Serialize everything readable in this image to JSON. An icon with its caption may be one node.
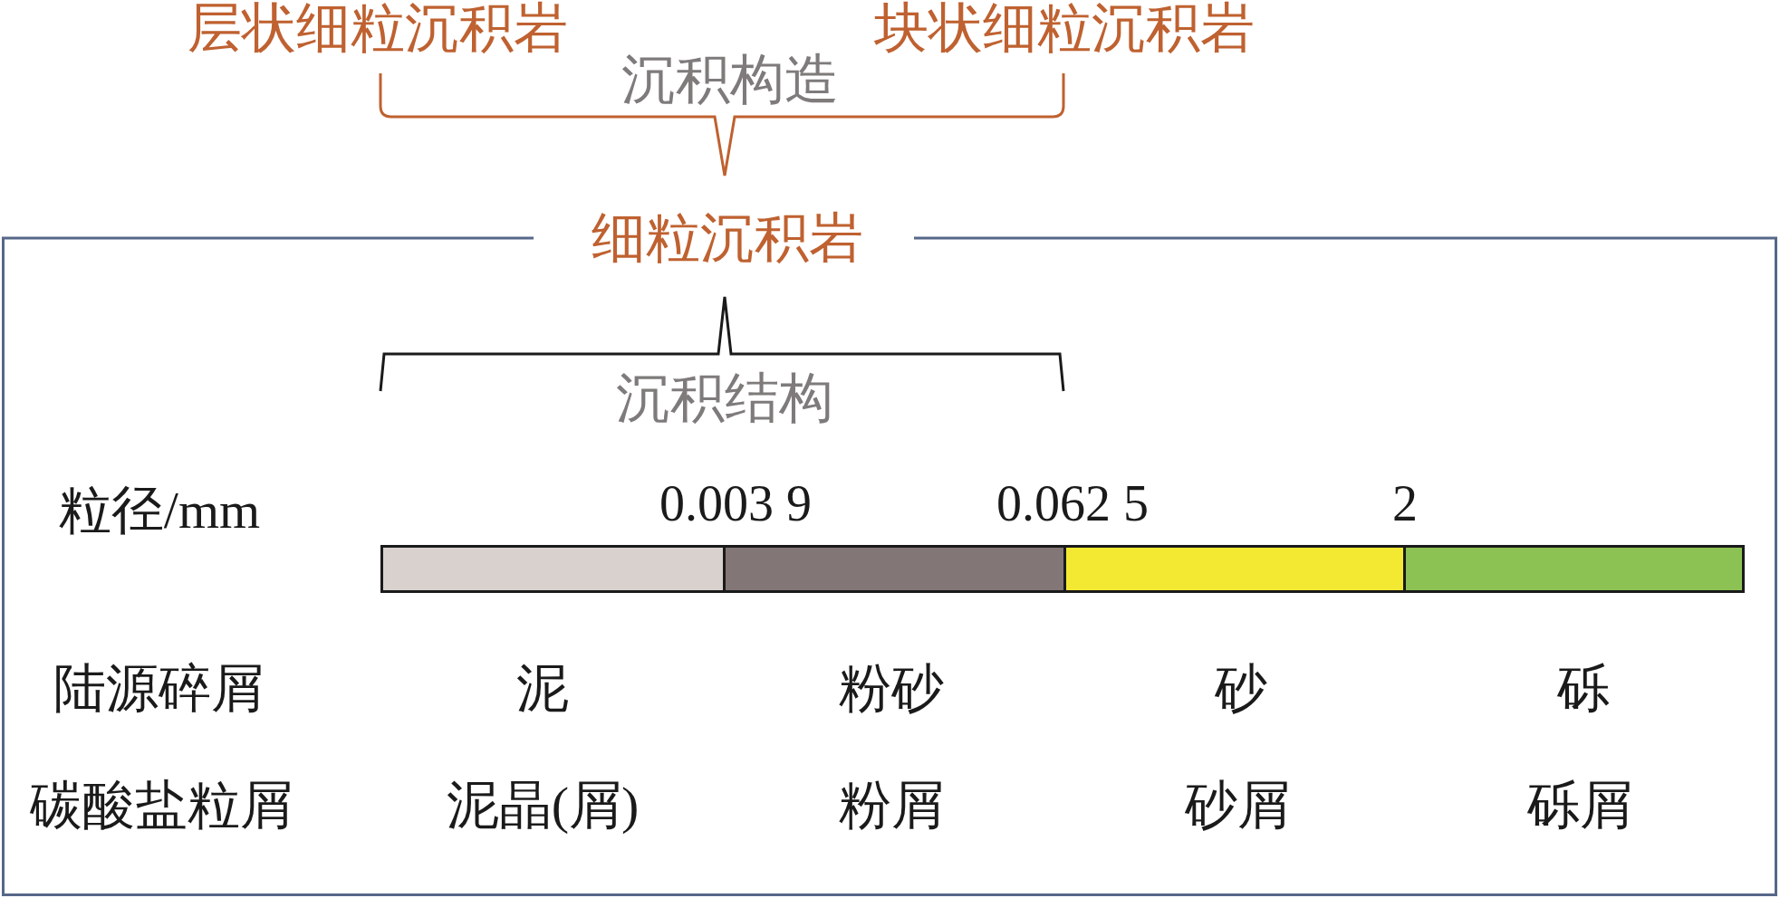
{
  "diagram": {
    "nodes": [
      {
        "text": [
          "细粒沉积岩"
        ]
      },
      {
        "text": [],
        "shape": "bar",
        "in": 0
      },
      {
        "text": [],
        "shape": "bar",
        "in": 0
      },
      {
        "text": [],
        "shape": "bar",
        "in": 0
      },
      {
        "text": [],
        "shape": "bar",
        "in": 0
      }
    ],
    "labels": [
      "层状细粒沉积岩",
      "块状细粒沉积岩",
      "沉积构造",
      "沉积结构",
      "粒径/mm",
      "0.003 9",
      "0.062 5",
      "2",
      "陆源碎屑",
      "泥",
      "粉砂",
      "砂",
      "砾",
      "碳酸盐粒屑",
      "泥晶(屑)",
      "粉屑",
      "砂屑",
      "砾屑"
    ]
  }
}
